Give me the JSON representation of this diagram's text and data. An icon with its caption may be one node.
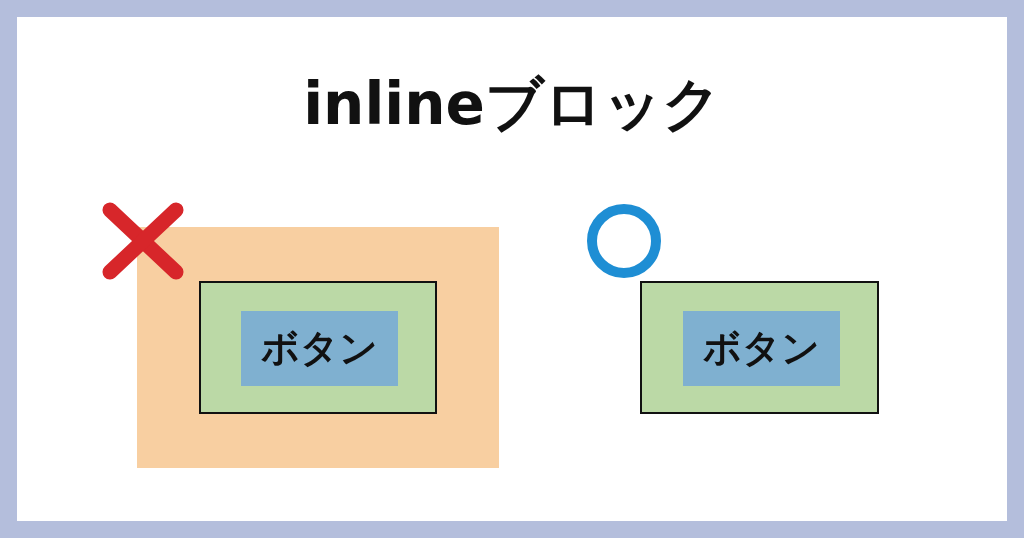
{
  "diagram": {
    "title": "inlineブロック",
    "nodes": [
      {
        "text": [],
        "shape": "box"
      },
      {
        "text": [],
        "shape": "box",
        "in": 0
      },
      {
        "text": [
          "ボタン"
        ],
        "in": 1
      },
      {
        "text": [],
        "shape": "box"
      },
      {
        "text": [
          "ボタン"
        ],
        "in": 3
      }
    ],
    "edges": []
  }
}
